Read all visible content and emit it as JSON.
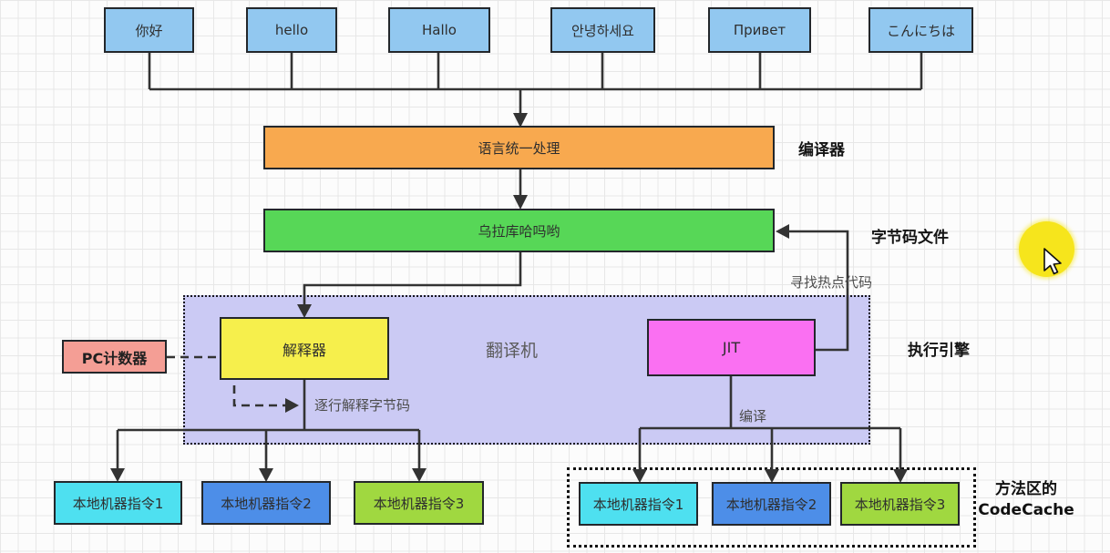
{
  "languages": [
    {
      "label": "你好"
    },
    {
      "label": "hello"
    },
    {
      "label": "Hallo"
    },
    {
      "label": "안녕하세요"
    },
    {
      "label": "Привет"
    },
    {
      "label": "こんにちは"
    }
  ],
  "compiler": {
    "box_label": "语言统一处理",
    "side_label": "编译器"
  },
  "bytecode": {
    "box_label": "乌拉库哈吗哟",
    "side_label": "字节码文件"
  },
  "engine": {
    "side_label": "执行引擎",
    "area_label": "翻译机",
    "interpreter_label": "解释器",
    "jit_label": "JIT",
    "pc_counter_label": "PC计数器",
    "interpret_edge_label": "逐行解释字节码",
    "compile_edge_label": "编译",
    "hotspot_edge_label": "寻找热点代码"
  },
  "native_left": [
    {
      "label": "本地机器指令1"
    },
    {
      "label": "本地机器指令2"
    },
    {
      "label": "本地机器指令3"
    }
  ],
  "native_right": [
    {
      "label": "本地机器指令1"
    },
    {
      "label": "本地机器指令2"
    },
    {
      "label": "本地机器指令3"
    }
  ],
  "codecache": {
    "line1": "方法区的",
    "line2": "CodeCache"
  },
  "colors": {
    "language_box": "#92c8f0",
    "compiler_box": "#f8a94f",
    "bytecode_box": "#57d757",
    "engine_area": "#cbcaf4",
    "interpreter_box": "#f6ef4c",
    "jit_box": "#fa70f2",
    "pc_box": "#f49e95",
    "native_instruction_1": "#4ee0f0",
    "native_instruction_2": "#4d8ee8",
    "native_instruction_3": "#a0d840",
    "connector": "#333333",
    "cursor_highlight": "#f6e51c"
  }
}
